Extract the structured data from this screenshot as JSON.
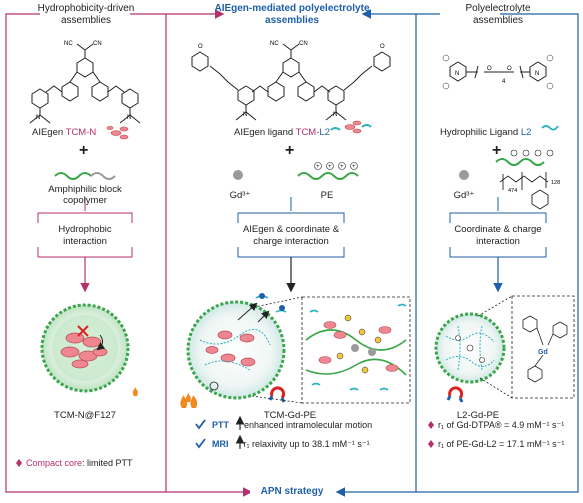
{
  "title": {
    "left": "Hydrophobicity-driven assemblies",
    "center": "AIEgen-mediated polyelectrolyte assemblies",
    "right": "Polyelectrolyte assemblies",
    "bottom": "APN strategy"
  },
  "left": {
    "aiegen_prefix": "AIEgen",
    "aiegen_name": "TCM-N",
    "copolymer": "Amphiphilic block copolymer",
    "interaction": "Hydrophobic interaction",
    "product": "TCM-N@F127",
    "note_bold": "Compact core",
    "note_rest": ": limited PTT"
  },
  "center": {
    "ligand_prefix": "AIEgen ligand",
    "ligand_tcm": "TCM-",
    "ligand_l2": "L2",
    "gd": "Gd³⁺",
    "pe": "PE",
    "interaction": "AIEgen & coordinate & charge interaction",
    "product": "TCM-Gd-PE",
    "ptt_label": "PTT",
    "ptt_text": ": enhanced intramolecular motion",
    "mri_label": "MRI",
    "mri_text": ": r₁ relaxivity up to 38.1 mM⁻¹ s⁻¹"
  },
  "right": {
    "ligand_prefix": "Hydrophilic Ligand",
    "ligand_name": "L2",
    "gd": "Gd³⁺",
    "interaction": "Coordinate & charge interaction",
    "product": "L2-Gd-PE",
    "note1": "r₁ of Gd-DTPA® = 4.9 mM⁻¹ s⁻¹",
    "note2": "r₁ of PE-Gd-L2 = 17.1 mM⁻¹ s⁻¹",
    "poly_sub1": "474",
    "poly_sub2": "128",
    "chain_sub": "4"
  },
  "plus": "+",
  "colors": {
    "pink": "#b5306c",
    "blue": "#1f5fa8",
    "green": "#3aa64a",
    "salmon": "#f0868f",
    "gray": "#9a9a9a"
  }
}
